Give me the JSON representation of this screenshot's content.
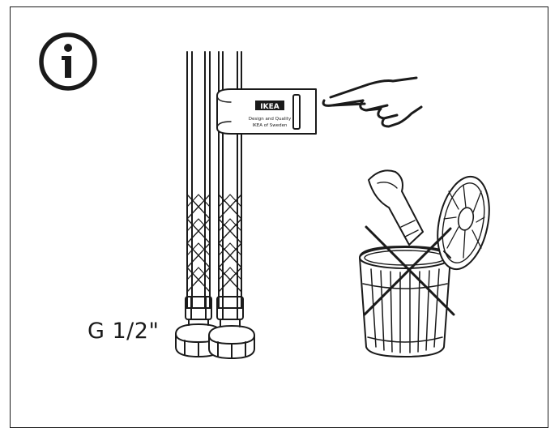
{
  "hose_label": "G 1/2\"",
  "tag": {
    "brand": "IKEA",
    "line1": "Design and Quality",
    "line2": "IKEA of Sweden"
  },
  "icons": [
    "info-icon",
    "pointing-hand-icon",
    "trash-bin-crossed-icon"
  ],
  "colors": {
    "ink": "#1a1a1a",
    "background": "#ffffff"
  }
}
